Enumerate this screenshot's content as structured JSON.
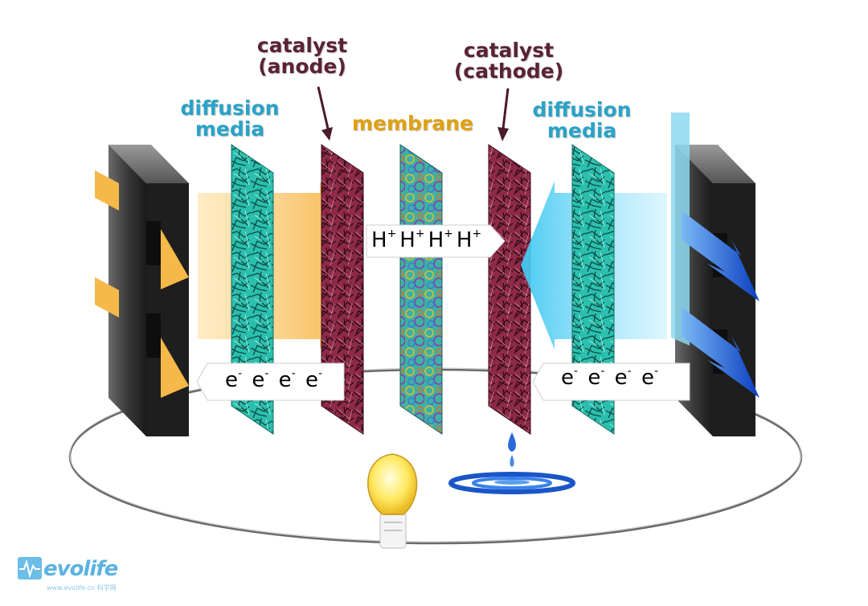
{
  "labels": {
    "anode_catalyst": {
      "line1": "catalyst",
      "line2": "(anode)"
    },
    "cathode_catalyst": {
      "line1": "catalyst",
      "line2": "(cathode)"
    },
    "anode_diffusion": {
      "line1": "diffusion",
      "line2": "media"
    },
    "cathode_diffusion": {
      "line1": "diffusion",
      "line2": "media"
    },
    "membrane": "membrane"
  },
  "ions": {
    "protons": [
      "H",
      "H",
      "H",
      "H"
    ],
    "proton_charge": "+",
    "electrons_left": [
      "e",
      "e",
      "e",
      "e"
    ],
    "electrons_right": [
      "e",
      "e",
      "e",
      "e"
    ],
    "electron_charge": "-"
  },
  "logo": {
    "name": "evolife",
    "sub": "www.evolife.cn 科学网"
  },
  "colors": {
    "catalyst_label": "#5a2333",
    "diffusion_label": "#2aa3c8",
    "membrane_label": "#e0a010",
    "diffusion_media": "#2bbfae",
    "catalyst_layer": "#8e2a48",
    "hydrogen_flow": "#f5b849",
    "oxygen_flow": "#6ed3f0",
    "water_flow": "#1a56c8"
  }
}
